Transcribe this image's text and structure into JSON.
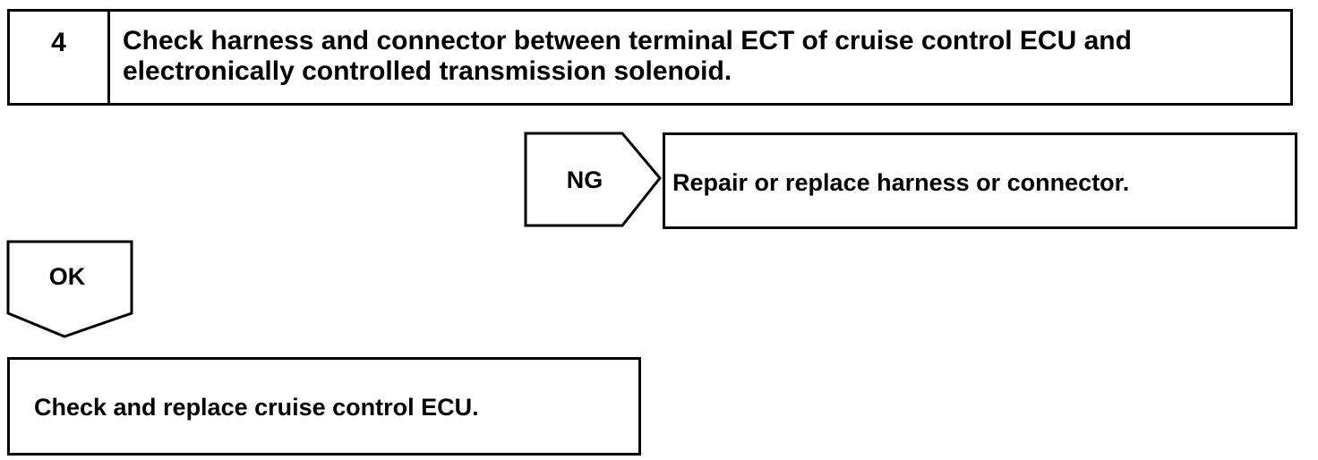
{
  "step": {
    "number": "4",
    "text": "Check harness and connector between terminal ECT of cruise control ECU and electronically controlled transmission solenoid."
  },
  "ng_branch": {
    "label": "NG",
    "action": "Repair or replace harness or connector."
  },
  "ok_branch": {
    "label": "OK",
    "action": "Check and replace cruise control ECU."
  }
}
